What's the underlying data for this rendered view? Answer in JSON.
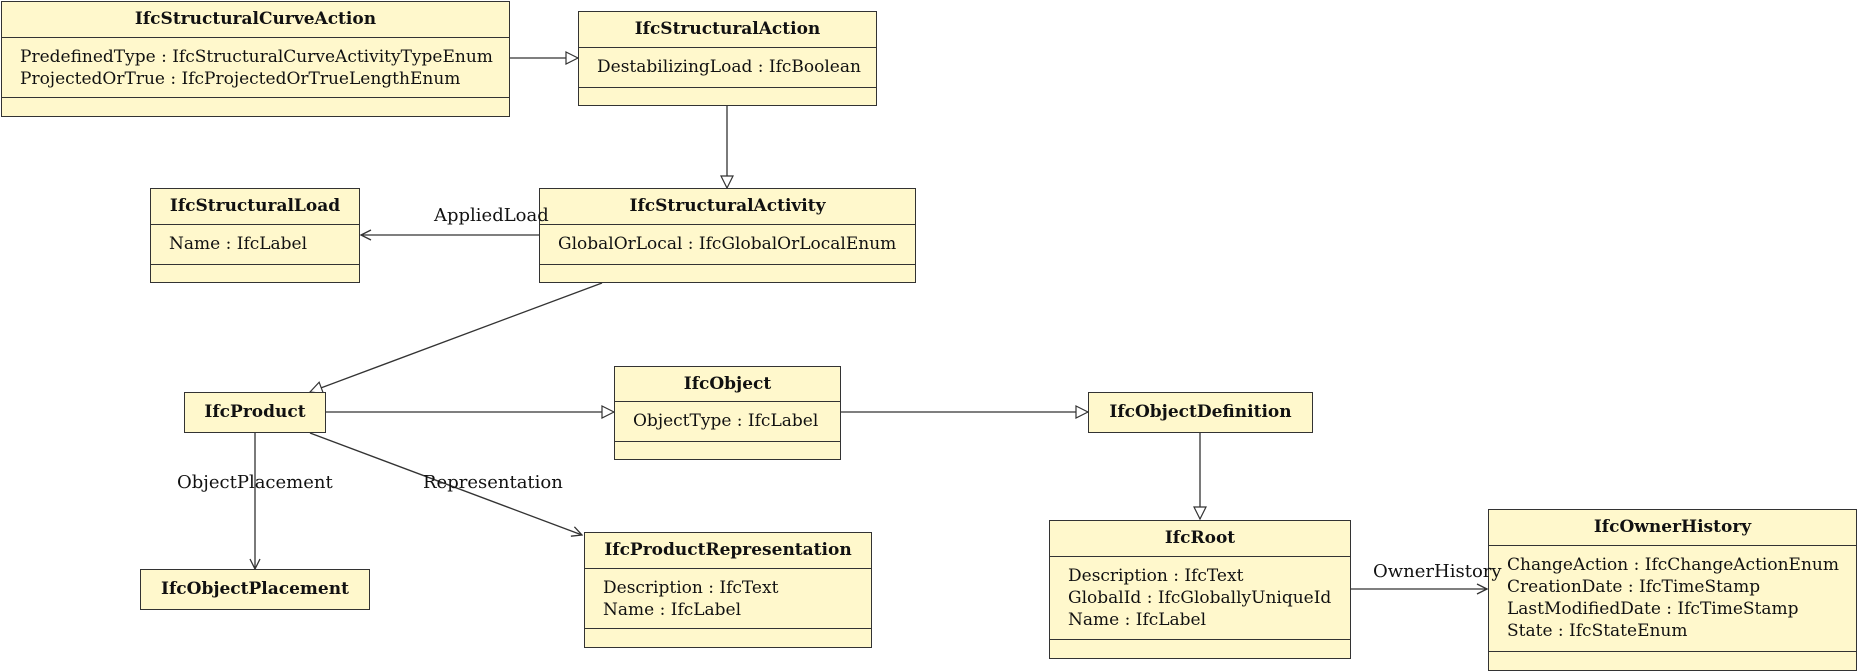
{
  "classes": {
    "structural_curve_action": {
      "name": "IfcStructuralCurveAction",
      "attrs": [
        "PredefinedType : IfcStructuralCurveActivityTypeEnum",
        "ProjectedOrTrue : IfcProjectedOrTrueLengthEnum"
      ]
    },
    "structural_action": {
      "name": "IfcStructuralAction",
      "attrs": [
        "DestabilizingLoad : IfcBoolean"
      ]
    },
    "structural_load": {
      "name": "IfcStructuralLoad",
      "attrs": [
        "Name : IfcLabel"
      ]
    },
    "structural_activity": {
      "name": "IfcStructuralActivity",
      "attrs": [
        "GlobalOrLocal : IfcGlobalOrLocalEnum"
      ]
    },
    "product": {
      "name": "IfcProduct"
    },
    "object": {
      "name": "IfcObject",
      "attrs": [
        "ObjectType : IfcLabel"
      ]
    },
    "object_definition": {
      "name": "IfcObjectDefinition"
    },
    "object_placement": {
      "name": "IfcObjectPlacement"
    },
    "product_representation": {
      "name": "IfcProductRepresentation",
      "attrs": [
        "Description : IfcText",
        "Name : IfcLabel"
      ]
    },
    "root": {
      "name": "IfcRoot",
      "attrs": [
        "Description : IfcText",
        "GlobalId : IfcGloballyUniqueId",
        "Name : IfcLabel"
      ]
    },
    "owner_history": {
      "name": "IfcOwnerHistory",
      "attrs": [
        "ChangeAction : IfcChangeActionEnum",
        "CreationDate : IfcTimeStamp",
        "LastModifiedDate : IfcTimeStamp",
        "State : IfcStateEnum"
      ]
    }
  },
  "associations": {
    "applied_load": "AppliedLoad",
    "object_placement": "ObjectPlacement",
    "representation": "Representation",
    "owner_history": "OwnerHistory"
  },
  "colors": {
    "box_fill": "#fff8cc",
    "stroke": "#333333"
  }
}
